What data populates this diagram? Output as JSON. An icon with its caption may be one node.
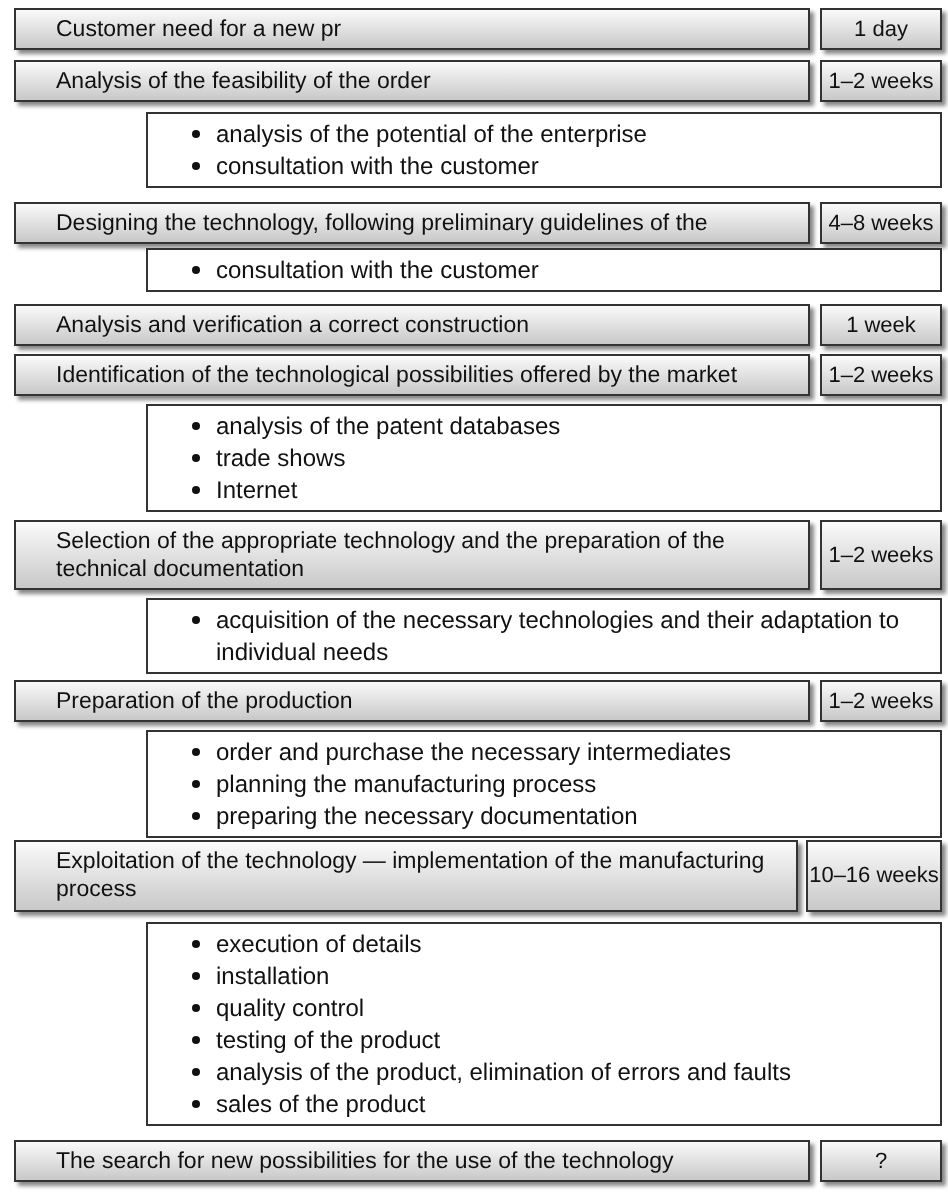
{
  "diagram": {
    "nodes": [
      {
        "text": [
          "Customer need for a new pr"
        ]
      },
      {
        "text": [
          "1 day"
        ]
      },
      {
        "text": [
          "Analysis of the feasibility of the order"
        ]
      },
      {
        "text": [
          "1–2 weeks"
        ]
      },
      {
        "text": [
          "analysis of the potential of the enterprise",
          "consultation with the customer"
        ]
      },
      {
        "text": [
          "Designing the technology, following preliminary guidelines of the"
        ]
      },
      {
        "text": [
          "4–8 weeks"
        ]
      },
      {
        "text": [
          "consultation with the customer"
        ]
      },
      {
        "text": [
          "Analysis and verification a correct construction"
        ]
      },
      {
        "text": [
          "1 week"
        ]
      },
      {
        "text": [
          "Identification of the technological possibilities offered by the market"
        ]
      },
      {
        "text": [
          "1–2 weeks"
        ]
      },
      {
        "text": [
          "analysis of the patent databases",
          "trade shows",
          "Internet"
        ]
      },
      {
        "text": [
          "Selection of the appropriate technology and the preparation of the technical documentation"
        ]
      },
      {
        "text": [
          "1–2 weeks"
        ]
      },
      {
        "text": [
          "acquisition of the necessary technologies and their adaptation to individual needs"
        ]
      },
      {
        "text": [
          "Preparation of the production"
        ]
      },
      {
        "text": [
          "1–2 weeks"
        ]
      },
      {
        "text": [
          "order and purchase the necessary intermediates",
          "planning the manufacturing process",
          "preparing the necessary documentation"
        ]
      },
      {
        "text": [
          "Exploitation of the technology — implementation of the manufacturing process"
        ]
      },
      {
        "text": [
          "10–16 weeks"
        ]
      },
      {
        "text": [
          "execution of details",
          "installation",
          "quality control",
          "testing of the product",
          "analysis of the product, elimination of errors and faults",
          "sales of the product"
        ]
      },
      {
        "text": [
          "The search for new possibilities for the use of the technology"
        ]
      },
      {
        "text": [
          "?"
        ]
      }
    ]
  }
}
